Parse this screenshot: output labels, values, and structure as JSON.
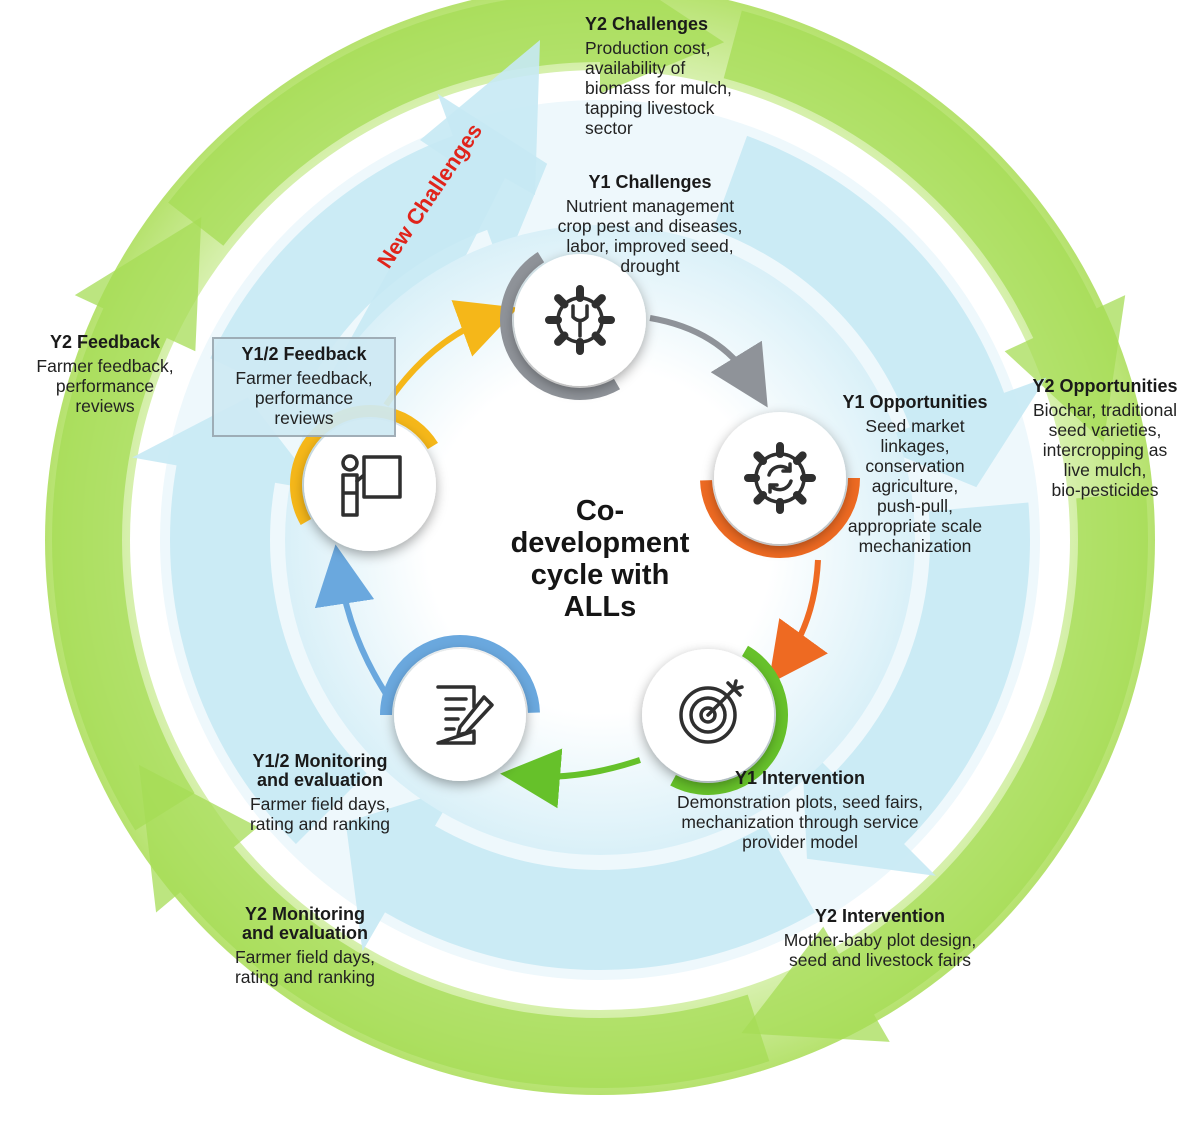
{
  "center_title": "Co-\ndevelopment\ncycle with\nALLs",
  "new_challenges": "New Challenges",
  "inner": {
    "challenges": {
      "title": "Y1 Challenges",
      "desc": "Nutrient management\ncrop pest and diseases,\nlabor, improved seed,\ndrought",
      "icon": "gear-wrench-icon",
      "color": "#8f9399"
    },
    "opportunities": {
      "title": "Y1 Opportunities",
      "desc": "Seed market\nlinkages,\nconservation\nagriculture,\npush-pull,\nappropriate scale\nmechanization",
      "icon": "gear-cycle-icon",
      "color": "#ee6a22"
    },
    "intervention": {
      "title": "Y1 Intervention",
      "desc": "Demonstration plots, seed fairs,\nmechanization through service\nprovider model",
      "icon": "target-icon",
      "color": "#66c12a"
    },
    "monitoring": {
      "title": "Y1/2 Monitoring\nand evaluation",
      "desc": "Farmer field days,\nrating and ranking",
      "icon": "document-pen-icon",
      "color": "#6aa8de"
    },
    "feedback": {
      "title": "Y1/2 Feedback",
      "desc": "Farmer feedback,\nperformance\nreviews",
      "icon": "presenter-board-icon",
      "color": "#f5b719"
    }
  },
  "outer": {
    "challenges": {
      "title": "Y2 Challenges",
      "desc": "Production cost,\navailability of\nbiomass for mulch,\ntapping livestock\nsector"
    },
    "opportunities": {
      "title": "Y2 Opportunities",
      "desc": "Biochar, traditional\nseed varieties,\nintercropping as\nlive mulch,\nbio-pesticides"
    },
    "intervention": {
      "title": "Y2 Intervention",
      "desc": "Mother-baby plot design,\nseed and livestock fairs"
    },
    "monitoring": {
      "title": "Y2 Monitoring\nand evaluation",
      "desc": "Farmer field days,\nrating and ranking"
    },
    "feedback": {
      "title": "Y2 Feedback",
      "desc": "Farmer feedback,\nperformance\nreviews"
    }
  },
  "colors": {
    "outer_green": "#a6dc55",
    "outer_green_light": "#e6f7c9",
    "light_blue": "#c6e9f4",
    "red": "#e0241b"
  }
}
